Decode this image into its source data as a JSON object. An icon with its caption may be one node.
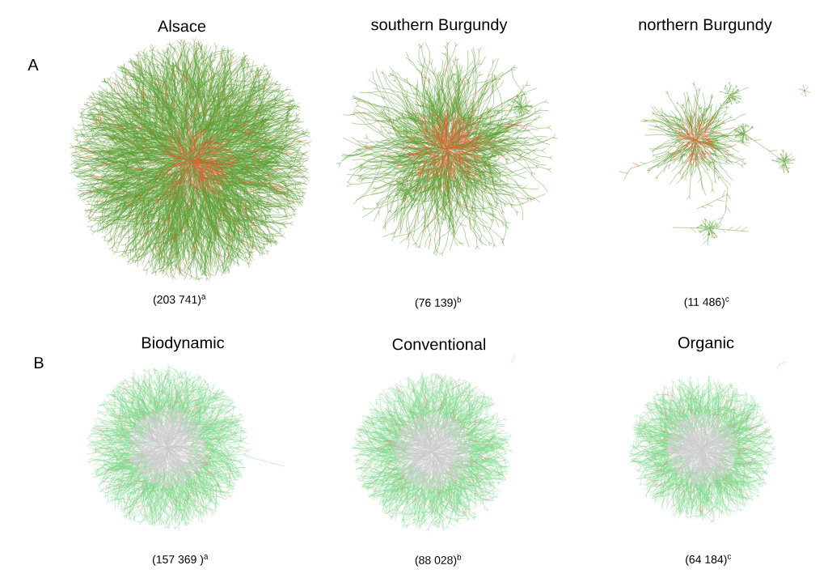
{
  "diagram": {
    "labels": [
      "Alsace",
      "southern Burgundy",
      "northern Burgundy",
      "A",
      "(203 741)$^{a}$",
      "(76 139)$^{b}$",
      "(11 486)$^{c}$",
      "Biodynamic",
      "Conventional",
      "Organic",
      "B",
      "(157 369 )$^{a}$",
      "(88 028)$^{b}$",
      "(64 184)$^{c}$"
    ]
  }
}
